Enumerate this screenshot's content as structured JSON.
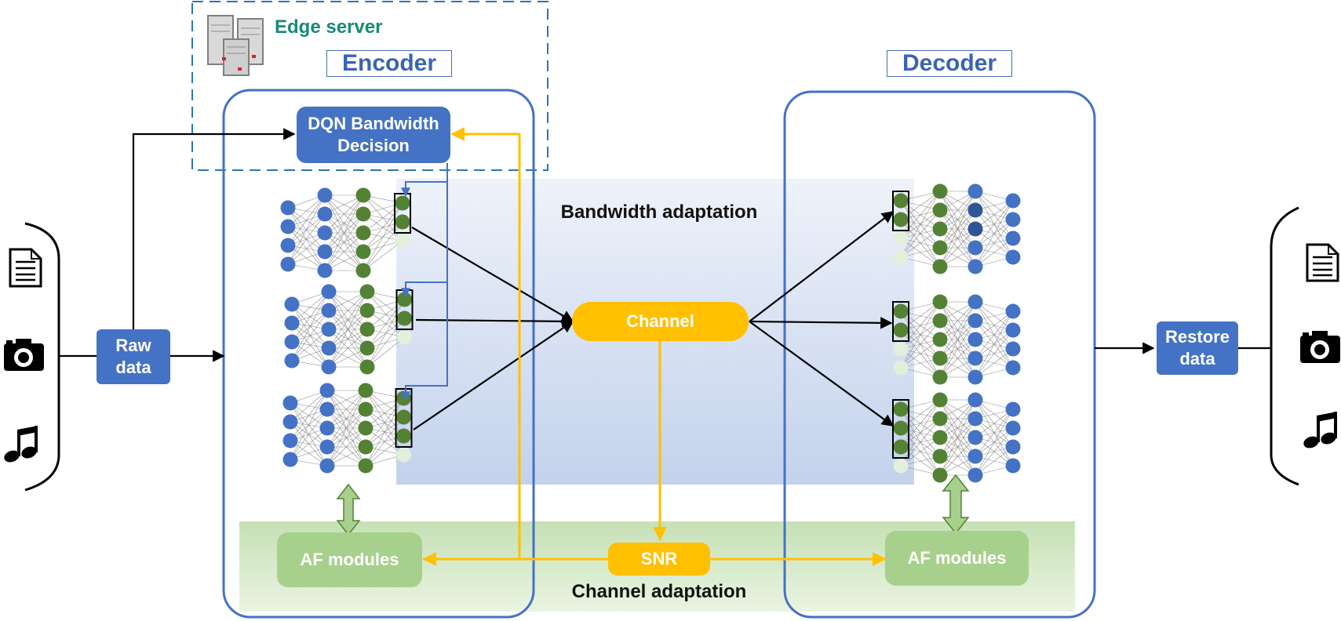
{
  "edge_server": {
    "label": "Edge server"
  },
  "encoder": {
    "title": "Encoder",
    "dqn": "DQN Bandwidth\nDecision",
    "af": "AF modules"
  },
  "decoder": {
    "title": "Decoder",
    "af": "AF modules"
  },
  "raw_data": "Raw\ndata",
  "restore_data": "Restore\ndata",
  "channel": "Channel",
  "snr": "SNR",
  "bandwidth_caption": "Bandwidth adaptation",
  "channel_caption": "Channel adaptation",
  "colors": {
    "blue": "#4472c4",
    "green": "#548235",
    "gold": "#ffc000",
    "light_green": "#a8d08d",
    "band_green": "#c5e0b4",
    "band_blue": "#c9d6ee"
  },
  "icons": [
    "document-icon",
    "camera-icon",
    "music-note-icon"
  ]
}
